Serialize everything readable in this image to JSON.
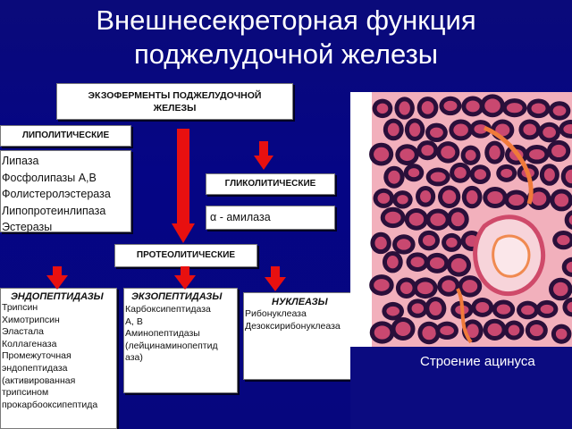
{
  "title": {
    "line1": "Внешнесекреторная функция",
    "line2": "поджелудочной железы"
  },
  "boxes": {
    "exo": "ЭКЗОФЕРМЕНТЫ ПОДЖЕЛУДОЧНОЙ ЖЕЛЕЗЫ",
    "lipolytic": "ЛИПОЛИТИЧЕСКИЕ",
    "glycolytic": "ГЛИКОЛИТИЧЕСКИЕ",
    "proteolytic": "ПРОТЕОЛИТИЧЕСКИЕ",
    "endo": "ЭНДОПЕПТИДАЗЫ",
    "exopept": "ЭКЗОПЕПТИДАЗЫ",
    "nuclease": "НУКЛЕАЗЫ"
  },
  "lipase_list": [
    "Липаза",
    "Фосфолипазы А,В",
    "Фолистеролэстераза",
    "Липопротеинлипаза",
    "Эстеразы"
  ],
  "amylase": "α - амилаза",
  "endo_list": [
    "Трипсин",
    "Химотрипсин",
    "Эластала",
    "Коллагеназа",
    "Промежуточная",
    "эндопептидаза",
    "(активированная",
    "трипсином",
    "прокарбооксипептида"
  ],
  "exo_list": [
    "Карбоксипептидаза",
    "А, В",
    "Аминопептидазы",
    "(лейцинаминопептид",
    "аза)"
  ],
  "nuclease_list": [
    "Рибонуклеаза",
    "Дезоксирибонуклеаза"
  ],
  "caption": "Строение ацинуса",
  "colors": {
    "background": "#06067e",
    "arrow": "#e81010",
    "photo_pink": "#f0a8b4",
    "cell_dark": "#2a0f3a"
  }
}
